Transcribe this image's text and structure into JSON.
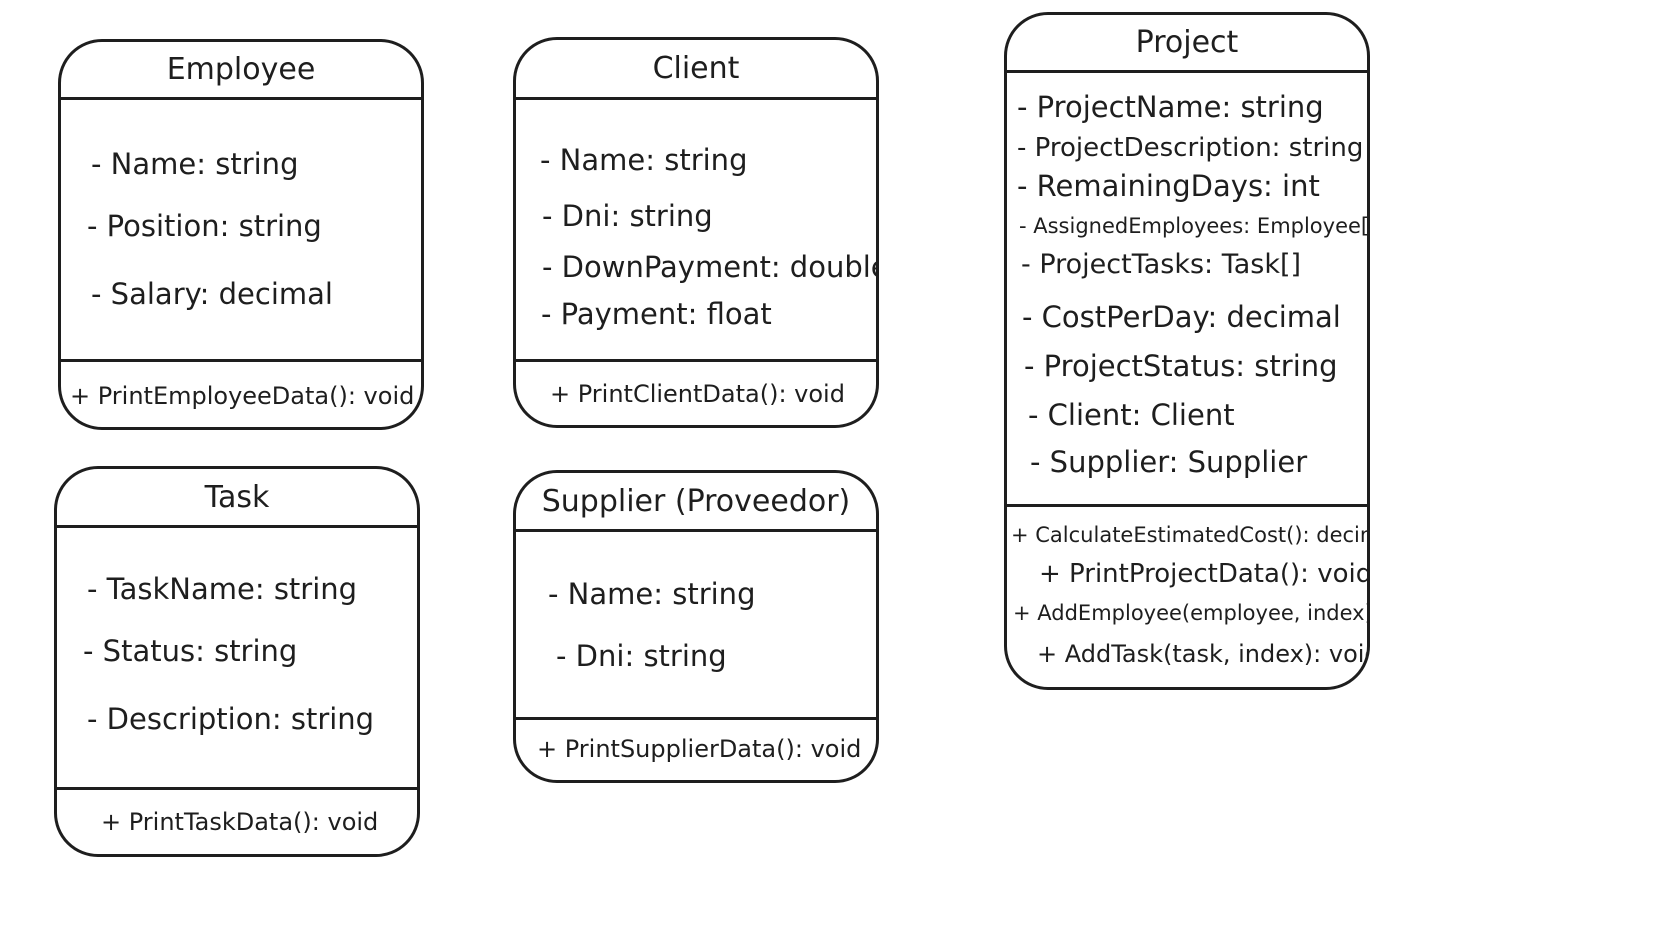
{
  "diagram": {
    "classes": {
      "employee": {
        "name": "Employee",
        "attributes": [
          "- Name: string",
          "- Position: string",
          "- Salary: decimal"
        ],
        "methods": [
          "+ PrintEmployeeData(): void"
        ]
      },
      "client": {
        "name": "Client",
        "attributes": [
          "- Name: string",
          "- Dni: string",
          "- DownPayment: double",
          "- Payment: float"
        ],
        "methods": [
          "+ PrintClientData(): void"
        ]
      },
      "project": {
        "name": "Project",
        "attributes": [
          "- ProjectName: string",
          "- ProjectDescription: string",
          "- RemainingDays: int",
          "- AssignedEmployees: Employee[]",
          "- ProjectTasks: Task[]",
          "- CostPerDay: decimal",
          "- ProjectStatus: string",
          "- Client: Client",
          "- Supplier: Supplier"
        ],
        "methods": [
          "+ CalculateEstimatedCost(): decimal",
          "+ PrintProjectData(): void",
          "+ AddEmployee(employee, index): void",
          "+ AddTask(task, index): void"
        ]
      },
      "task": {
        "name": "Task",
        "attributes": [
          "- TaskName: string",
          "- Status: string",
          "- Description: string"
        ],
        "methods": [
          "+ PrintTaskData(): void"
        ]
      },
      "supplier": {
        "name": "Supplier (Proveedor)",
        "attributes": [
          "- Name: string",
          "- Dni: string"
        ],
        "methods": [
          "+ PrintSupplierData(): void"
        ]
      }
    },
    "colors": {
      "stroke": "#1e1e1e",
      "background": "#ffffff"
    }
  }
}
